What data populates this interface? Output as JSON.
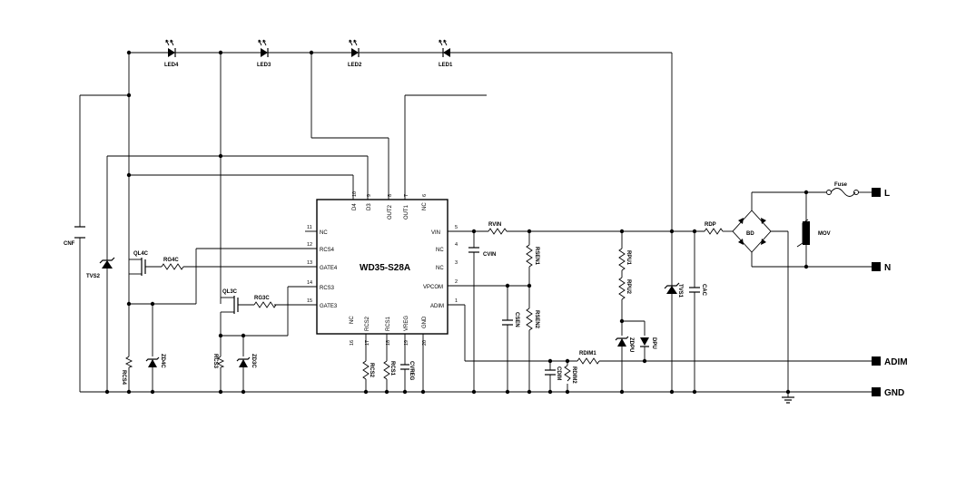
{
  "ic": {
    "name": "WD35-S28A",
    "pins_left": [
      {
        "num": "11",
        "label": "NC"
      },
      {
        "num": "12",
        "label": "RCS4"
      },
      {
        "num": "13",
        "label": "GATE4"
      },
      {
        "num": "14",
        "label": "RCS3"
      },
      {
        "num": "15",
        "label": "GATE3"
      }
    ],
    "pins_top": [
      {
        "num": "10",
        "label": "D4"
      },
      {
        "num": "9",
        "label": "D3"
      },
      {
        "num": "8",
        "label": "OUT2"
      },
      {
        "num": "7",
        "label": "OUT1"
      },
      {
        "num": "6",
        "label": "NC"
      }
    ],
    "pins_right": [
      {
        "num": "5",
        "label": "VIN"
      },
      {
        "num": "4",
        "label": "NC"
      },
      {
        "num": "3",
        "label": "NC"
      },
      {
        "num": "2",
        "label": "VPCOM"
      },
      {
        "num": "1",
        "label": "ADIM"
      }
    ],
    "pins_bottom": [
      {
        "num": "16",
        "label": "NC"
      },
      {
        "num": "17",
        "label": "RCS2"
      },
      {
        "num": "18",
        "label": "RCS1"
      },
      {
        "num": "19",
        "label": "VREG"
      },
      {
        "num": "20",
        "label": "GND"
      }
    ]
  },
  "leds": [
    "LED4",
    "LED3",
    "LED2",
    "LED1"
  ],
  "components": {
    "cnf": "CNF",
    "tvs2": "TVS2",
    "ql4c": "QL4C",
    "rg4c": "RG4C",
    "ql3c": "QL3C",
    "rg3c": "RG3C",
    "rcs4": "RCS4",
    "zd4c": "ZD4C",
    "rcs3": "RCS3",
    "zd3c": "ZD3C",
    "rcs2": "RCS2",
    "rcs1": "RCS1",
    "cvreg": "CVREG",
    "rvin": "RVIN",
    "cvin": "CVIN",
    "rsen1": "RSEN1",
    "csen": "CSEN",
    "rsen2": "RSEN2",
    "cdim": "CDIM",
    "rdim2": "RDIM2",
    "rdim1": "RDIM1",
    "rpu1": "RPU1",
    "rpu2": "RPU2",
    "zdpu": "ZDPU",
    "dpu": "DPU",
    "tvs1": "TVS1",
    "cac": "CAC",
    "rdp": "RDP",
    "bd": "BD",
    "mov": "MOV",
    "fuse": "Fuse"
  },
  "terminals": {
    "l": "L",
    "n": "N",
    "adim": "ADIM",
    "gnd": "GND"
  }
}
